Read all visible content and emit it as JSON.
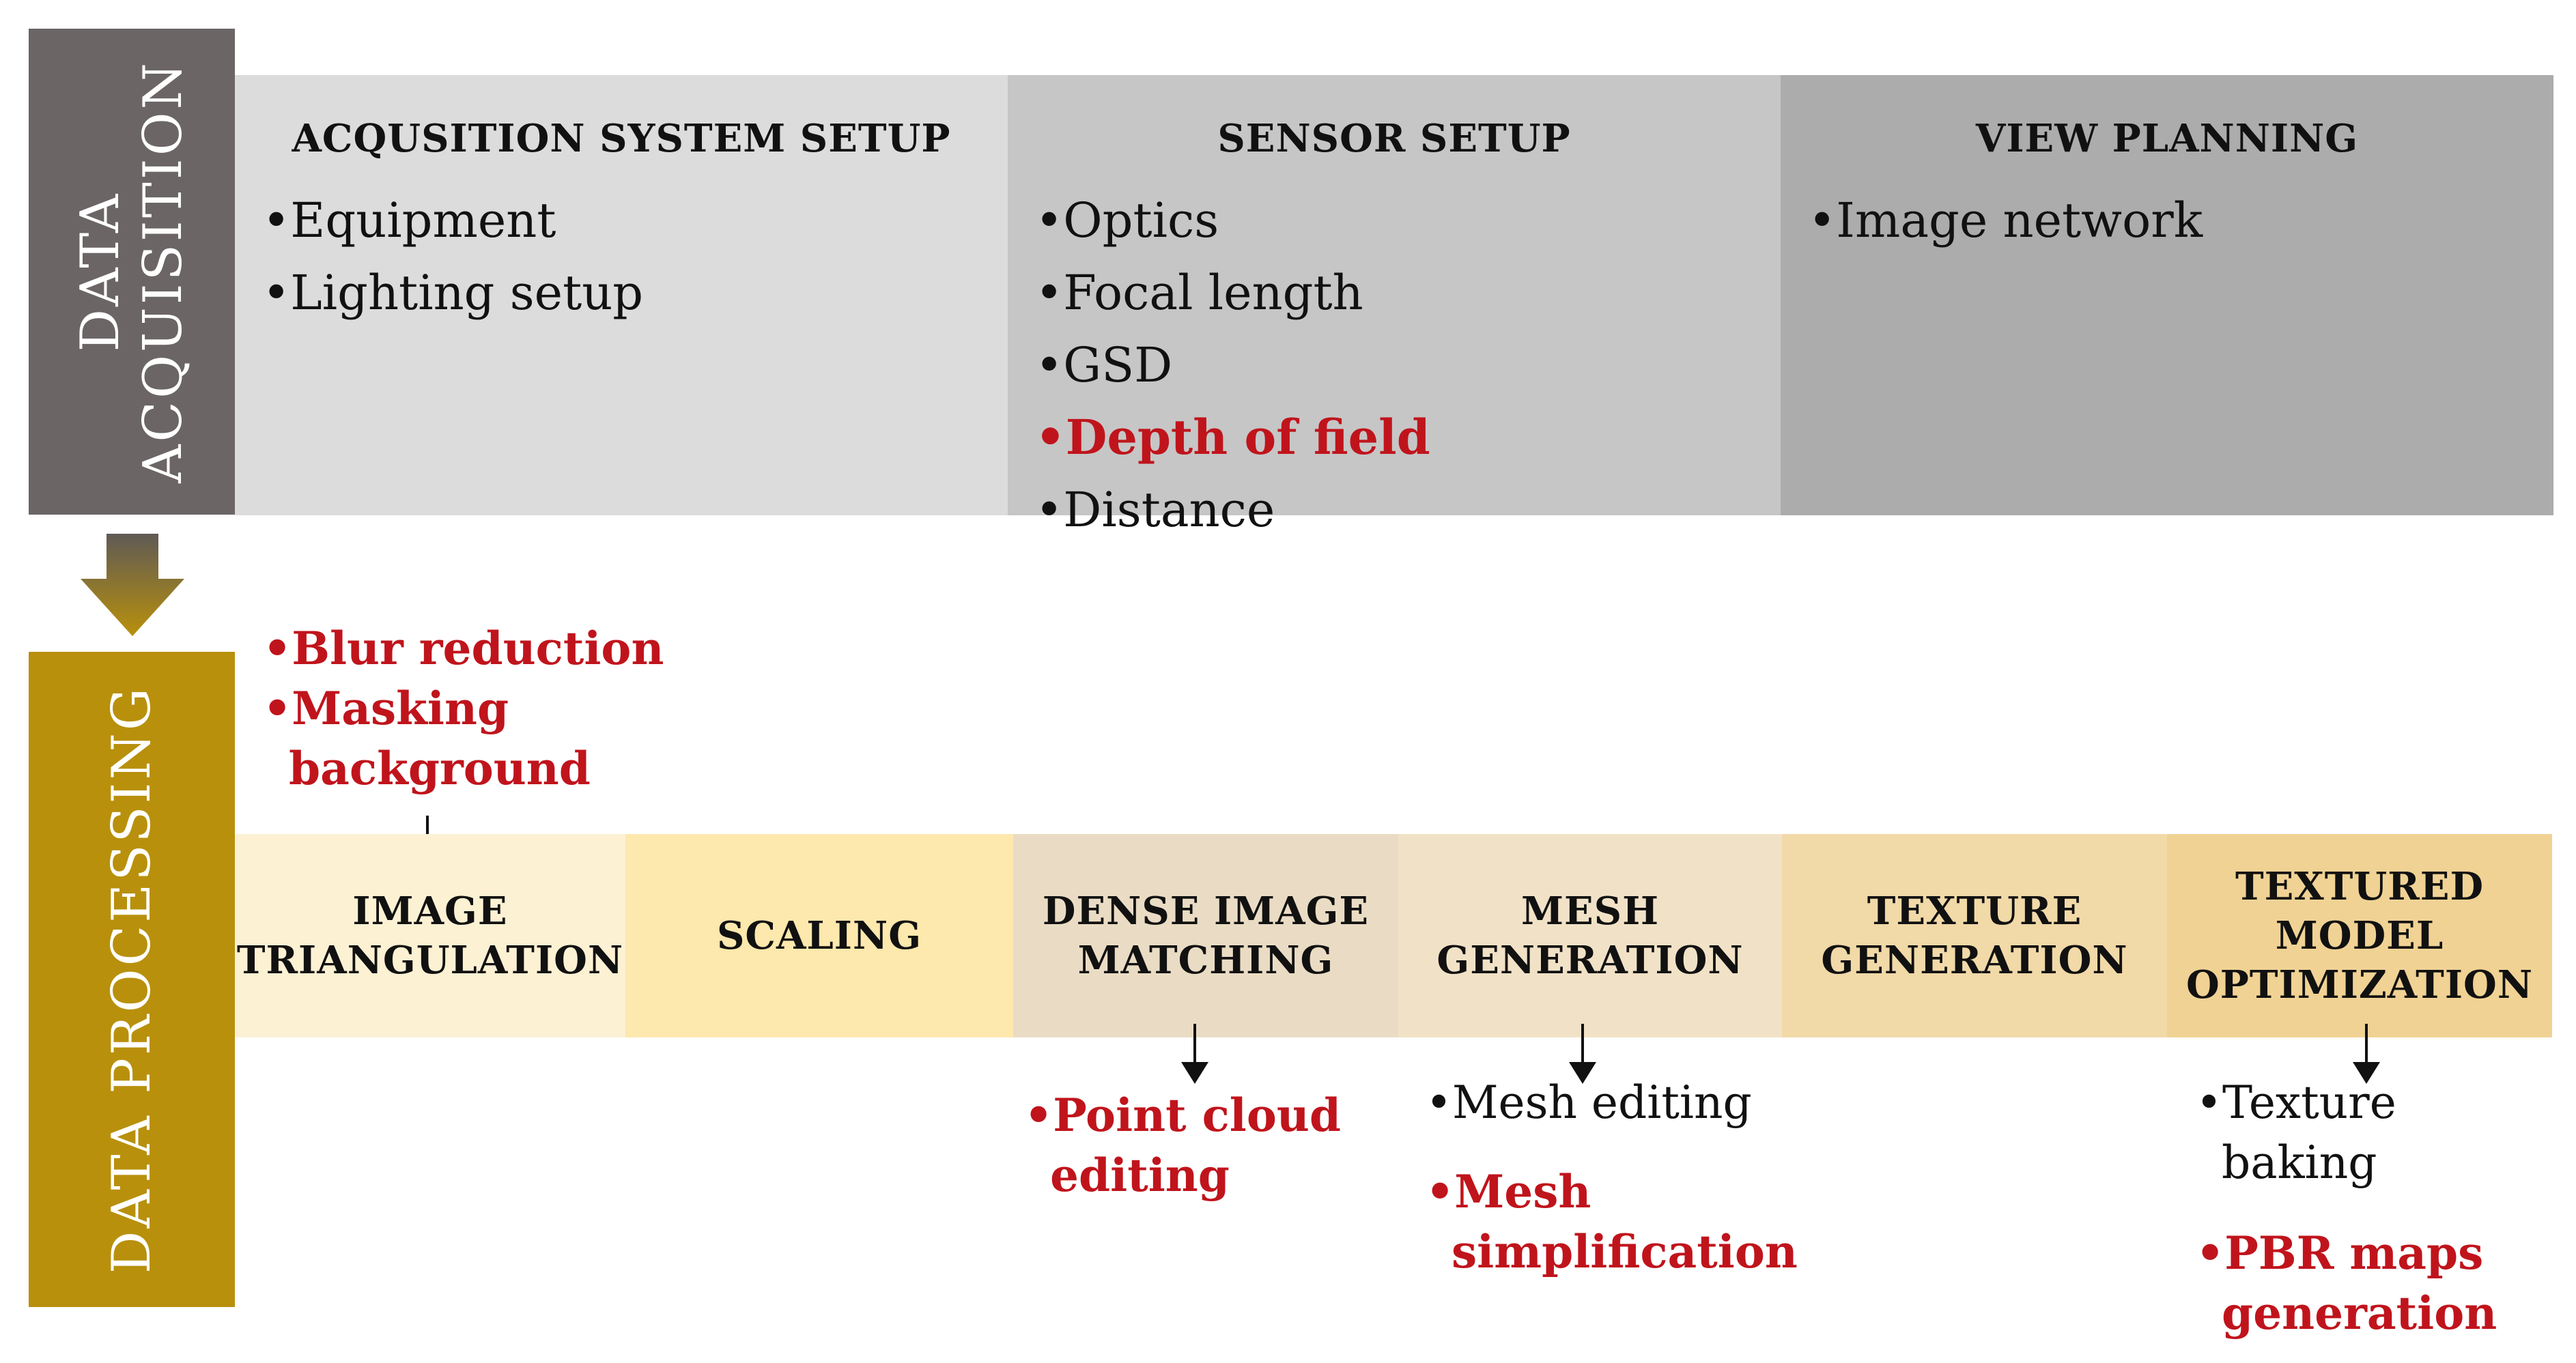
{
  "acquisition": {
    "side_label_line1": "DATA",
    "side_label_line2": "ACQUISITION",
    "columns": [
      {
        "title": "ACQUSITION SYSTEM SETUP",
        "items": [
          {
            "text": "Equipment",
            "highlight": false
          },
          {
            "text": "Lighting setup",
            "highlight": false
          }
        ]
      },
      {
        "title": "SENSOR SETUP",
        "items": [
          {
            "text": "Optics",
            "highlight": false
          },
          {
            "text": "Focal length",
            "highlight": false
          },
          {
            "text": "GSD",
            "highlight": false
          },
          {
            "text": "Depth of field",
            "highlight": true
          },
          {
            "text": "Distance",
            "highlight": false
          }
        ]
      },
      {
        "title": "VIEW PLANNING",
        "items": [
          {
            "text": "Image network",
            "highlight": false
          }
        ]
      }
    ]
  },
  "processing": {
    "side_label": "DATA PROCESSING",
    "steps": [
      {
        "label": "IMAGE\nTRIANGULATION"
      },
      {
        "label": "SCALING"
      },
      {
        "label": "DENSE IMAGE\nMATCHING"
      },
      {
        "label": "MESH\nGENERATION"
      },
      {
        "label": "TEXTURE\nGENERATION"
      },
      {
        "label": "TEXTURED\nMODEL\nOPTIMIZATION"
      }
    ],
    "pre_notes": {
      "blur": "Blur reduction",
      "masking_1": "Masking",
      "masking_2": "background"
    },
    "post_notes": {
      "point_cloud_1": "Point cloud",
      "point_cloud_2": "editing",
      "mesh_editing": "Mesh editing",
      "mesh_simpl_1": "Mesh",
      "mesh_simpl_2": "simplification",
      "texture_baking_1": "Texture",
      "texture_baking_2": "baking",
      "pbr_1": "PBR maps",
      "pbr_2": "generation"
    },
    "bullet_char": "•"
  },
  "colors": {
    "acq_side": "#6b6565",
    "proc_side": "#b8900c",
    "col1": "#dcdcdc",
    "col2": "#c6c6c6",
    "col3": "#acacac",
    "step_colors": [
      "#fdf1d4",
      "#fde8ad",
      "#eadcc4",
      "#f1e2c7",
      "#f1d9a8",
      "#f0d294"
    ],
    "highlight_red": "#c0141c",
    "flow_arrow": "#a48319"
  }
}
